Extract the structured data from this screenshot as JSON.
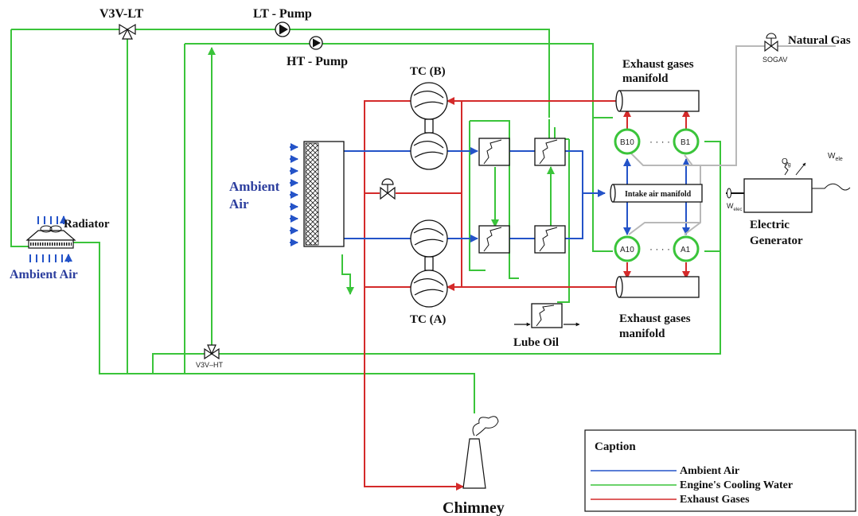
{
  "labels": {
    "v3v_lt": "V3V-LT",
    "lt_pump": "LT - Pump",
    "ht_pump": "HT - Pump",
    "natural_gas": "Natural Gas",
    "sogav": "SOGAV",
    "exhaust_top": [
      "Exhaust gases",
      "manifold"
    ],
    "exhaust_bottom": [
      "Exhaust gases",
      "manifold"
    ],
    "tc_b": "TC (B)",
    "tc_a": "TC (A)",
    "ambient_air_mid": [
      "Ambient",
      "Air"
    ],
    "radiator": "Radiator",
    "ambient_air_left": "Ambient Air",
    "intake_manifold": "Intake air manifold",
    "electric_generator": [
      "Electric",
      "Generator"
    ],
    "q_sym": "Q",
    "q_sub": "g",
    "w_ele_sym": "W",
    "w_ele_sub": "ele",
    "w_elec_sym": "W",
    "w_elec_sub": "elec",
    "lube_oil": "Lube Oil",
    "v3v_ht": "V3V–HT",
    "chimney": "Chimney",
    "cyl_b10": "B10",
    "cyl_b1": "B1",
    "cyl_a10": "A10",
    "cyl_a1": "A1"
  },
  "caption": {
    "title": "Caption",
    "items": [
      {
        "label": "Ambient Air",
        "color": "#2453c8"
      },
      {
        "label": "Engine's Cooling Water",
        "color": "#3ac43a"
      },
      {
        "label": "Exhaust Gases",
        "color": "#d42a2a"
      }
    ]
  },
  "colors": {
    "ambient_air": "#2453c8",
    "cooling_water": "#3ac43a",
    "exhaust": "#d42a2a",
    "gas_line": "#b8b8b8"
  }
}
